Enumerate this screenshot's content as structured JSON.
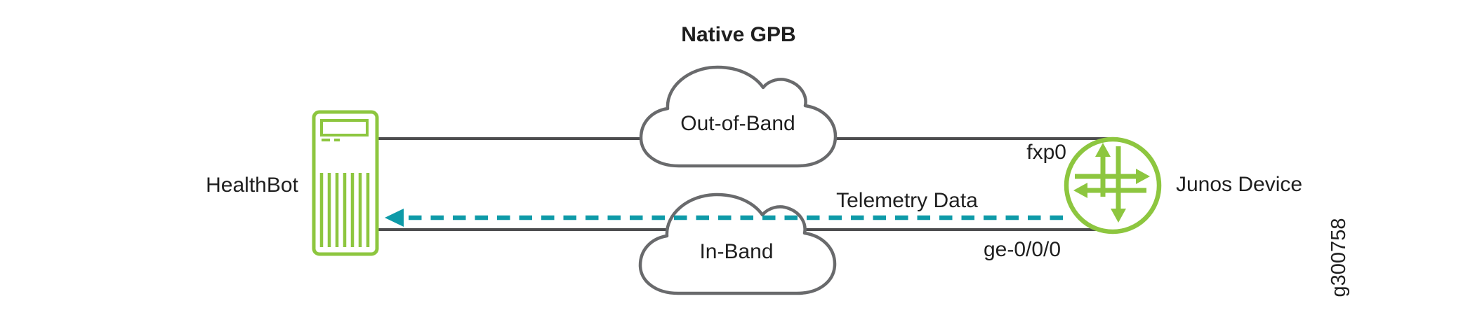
{
  "figure": {
    "figure_id": "g300758",
    "encoding_label": "Native GPB",
    "nodes": {
      "healthbot": {
        "label": "HealthBot",
        "type": "server"
      },
      "junos_device": {
        "label": "Junos Device",
        "type": "router"
      }
    },
    "networks": {
      "out_of_band": {
        "label": "Out-of-Band",
        "junos_interface": "fxp0"
      },
      "in_band": {
        "label": "In-Band",
        "junos_interface": "ge-0/0/0"
      }
    },
    "flow": {
      "label": "Telemetry Data",
      "direction": "junos-device-to-healthbot"
    },
    "colors": {
      "brand_green": "#8dc63f",
      "telemetry_teal": "#0e9aa8",
      "link_gray": "#4d4d4f",
      "cloud_gray": "#696a6c",
      "text_dark": "#1f1f1f"
    }
  }
}
